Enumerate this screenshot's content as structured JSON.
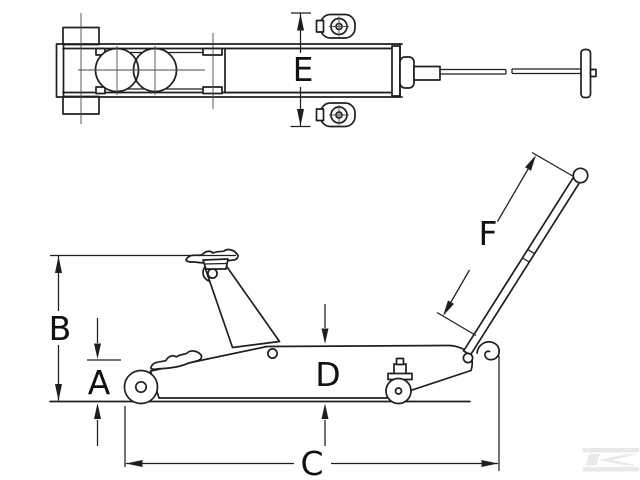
{
  "labels": {
    "A": "A",
    "B": "B",
    "C": "C",
    "D": "D",
    "E": "E",
    "F": "F"
  },
  "colors": {
    "line": "#1f1f1f",
    "label_text": "#111111",
    "background": "#ffffff",
    "watermark": "#e9e9e9"
  },
  "watermark": {
    "icon": "kramp-k-logo"
  }
}
